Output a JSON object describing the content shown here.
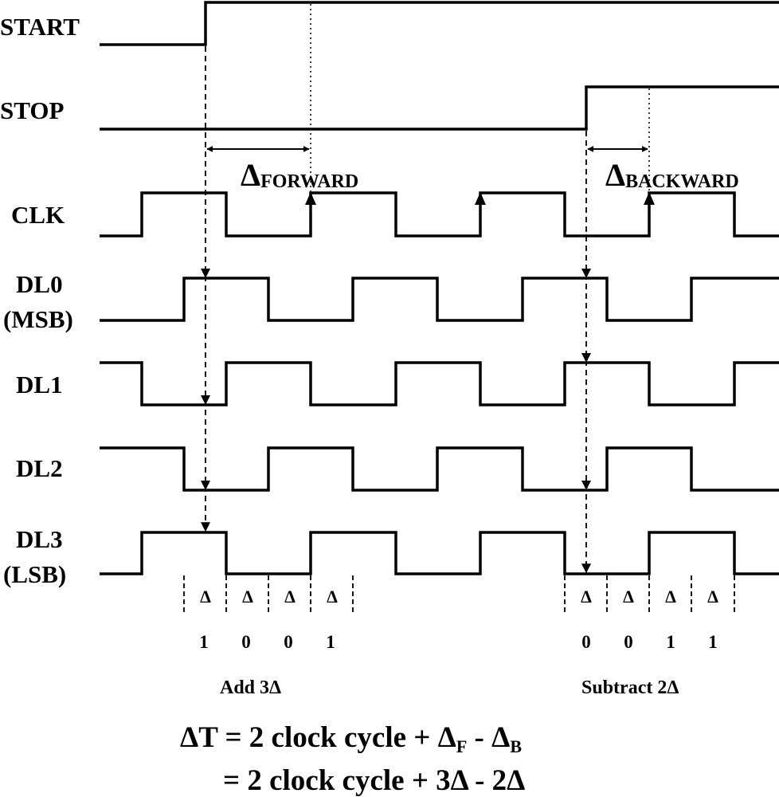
{
  "signals": [
    {
      "id": "start",
      "label": "START"
    },
    {
      "id": "stop",
      "label": "STOP"
    },
    {
      "id": "clk",
      "label": "CLK"
    },
    {
      "id": "dl0",
      "label": "DL0",
      "label2": "(MSB)"
    },
    {
      "id": "dl1",
      "label": "DL1"
    },
    {
      "id": "dl2",
      "label": "DL2"
    },
    {
      "id": "dl3",
      "label": "DL3",
      "label2": "(LSB)"
    }
  ],
  "forward": {
    "symbol": "Δ",
    "subscript": "FORWARD"
  },
  "backward": {
    "symbol": "Δ",
    "subscript": "BACKWARD"
  },
  "delta_symbol": "Δ",
  "left_bits": [
    "1",
    "0",
    "0",
    "1"
  ],
  "right_bits": [
    "0",
    "0",
    "1",
    "1"
  ],
  "left_caption": "Add 3Δ",
  "right_caption": "Subtract 2Δ",
  "equation1": {
    "lead": "ΔT = 2 clock cycle + Δ",
    "sub1": "F",
    "mid": " - Δ",
    "sub2": "B"
  },
  "equation2": "= 2 clock cycle + 3Δ - 2Δ"
}
